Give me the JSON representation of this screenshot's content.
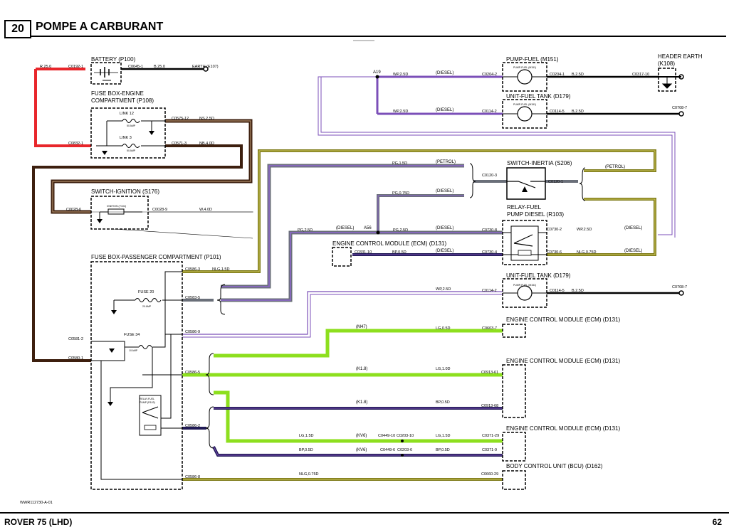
{
  "header": {
    "section_number": "20",
    "title": "POMPE A CARBURANT"
  },
  "footer": {
    "vehicle": "ROVER 75 (LHD)",
    "page": "62"
  },
  "figure_ref": "WWR112730-A-01",
  "components": {
    "battery": "BATTERY (P100)",
    "fuse_box_engine_1": "FUSE BOX-ENGINE",
    "fuse_box_engine_2": "COMPARTMENT (P108)",
    "link12": "LINK 12",
    "link12_amp": "50 AMP",
    "link3": "LINK 3",
    "link3_amp": "50 AMP",
    "switch_ignition": "SWITCH-IGNITION (S176)",
    "ignition_contact": "IGNITION (Y104)",
    "fuse_box_passenger": "FUSE BOX-PASSENGER COMPARTMENT (P101)",
    "fuse20": "FUSE 20",
    "fuse20_amp": "20 AMP",
    "fuse34": "FUSE 34",
    "fuse34_amp": "10 AMP",
    "relay_internal_1": "RELAY-FUEL",
    "relay_internal_2": "PUMP (R103)",
    "pump_fuel": "PUMP-FUEL (M151)",
    "pump_fuel_inner": "PUMP-FUEL (M151)",
    "unit_fuel_tank": "UNIT-FUEL TANK (D179)",
    "header_earth_1": "HEADER EARTH",
    "header_earth_2": "(K108)",
    "switch_inertia": "SWITCH-INERTIA (S206)",
    "relay_diesel_1": "RELAY-FUEL",
    "relay_diesel_2": "PUMP DIESEL (R103)",
    "ecm": "ENGINE CONTROL MODULE (ECM) (D131)",
    "bcu": "BODY CONTROL UNIT (BCU) (D162)"
  },
  "connectors": {
    "c0192_1": "C0192-1",
    "c0045_1": "C0045-1",
    "c0832_1": "C0832-1",
    "c0575_12": "C0575-12",
    "c0571_3": "C0571-3",
    "c0028_6": "C0028-6",
    "c0028_9": "C0028-9",
    "c0586_3": "C0586-3",
    "c0583_5": "C0583-5",
    "c0586_9": "C0586-9",
    "c0581_2": "C0581-2",
    "c0580_1": "C0580-1",
    "c0586_5": "C0586-5",
    "c0586_2": "C0586-2",
    "c0586_8": "C0586-8",
    "c0204_2": "C0204-2",
    "c0204_1": "C0204-1",
    "c0317_10": "C0317-10",
    "c0114_2": "C0114-2",
    "c0114_5": "C0114-5",
    "c0708_7": "C0708-7",
    "c0120_3": "C0120-3",
    "c0120_1": "C0120-1",
    "c0730_8": "C0730-8",
    "c0730_2": "C0730-2",
    "c0730_4": "C0730-4",
    "c0730_6": "C0730-6",
    "c0331_10": "C0331-10",
    "c0603_7": "C0603-7",
    "c0913_61": "C0913-61",
    "c0913_68": "C0913-68",
    "c0449_10": "C0449-10",
    "c0203_10": "C0203-10",
    "c0449_6": "C0449-6",
    "c0203_6": "C0203-6",
    "c0371_29": "C0371-29",
    "c0371_9": "C0371-9",
    "c0660_29": "C0660-29"
  },
  "splices": {
    "a19": "A19",
    "a56": "A56"
  },
  "wires": {
    "r25": "R,25.0",
    "b25": "B,25.0",
    "earth": "EARTH (E107)",
    "ns25": "NS,2.5D",
    "nb4": "NB,4.0D",
    "w4": "W,4.0D",
    "nlg15": "NLG,1.5D",
    "wp25": "WP,2.5D",
    "b25d": "B,2.5D",
    "pg15": "PG,1.5D",
    "pg075": "PG,0.75D",
    "pg25": "PG,2.5D",
    "bp05": "BP,0.5D",
    "nlg075": "NLG,0.75D",
    "lg05": "LG,0.5D",
    "lg10": "LG,1.0D",
    "lg15": "LG,1.5D"
  },
  "variants": {
    "diesel": "(DIESEL)",
    "petrol": "(PETROL)",
    "m47": "(M47)",
    "k18": "(K1.8)",
    "kv6": "(KV6)"
  },
  "colors": {
    "red": "#e8262b",
    "brown": "#3d1f0e",
    "light_brown": "#8a6a4e",
    "purple": "#7b4fb8",
    "slate": "#6a6f79",
    "lime": "#8ddf1e",
    "olive": "#7d7a18",
    "navy": "#201a55"
  }
}
